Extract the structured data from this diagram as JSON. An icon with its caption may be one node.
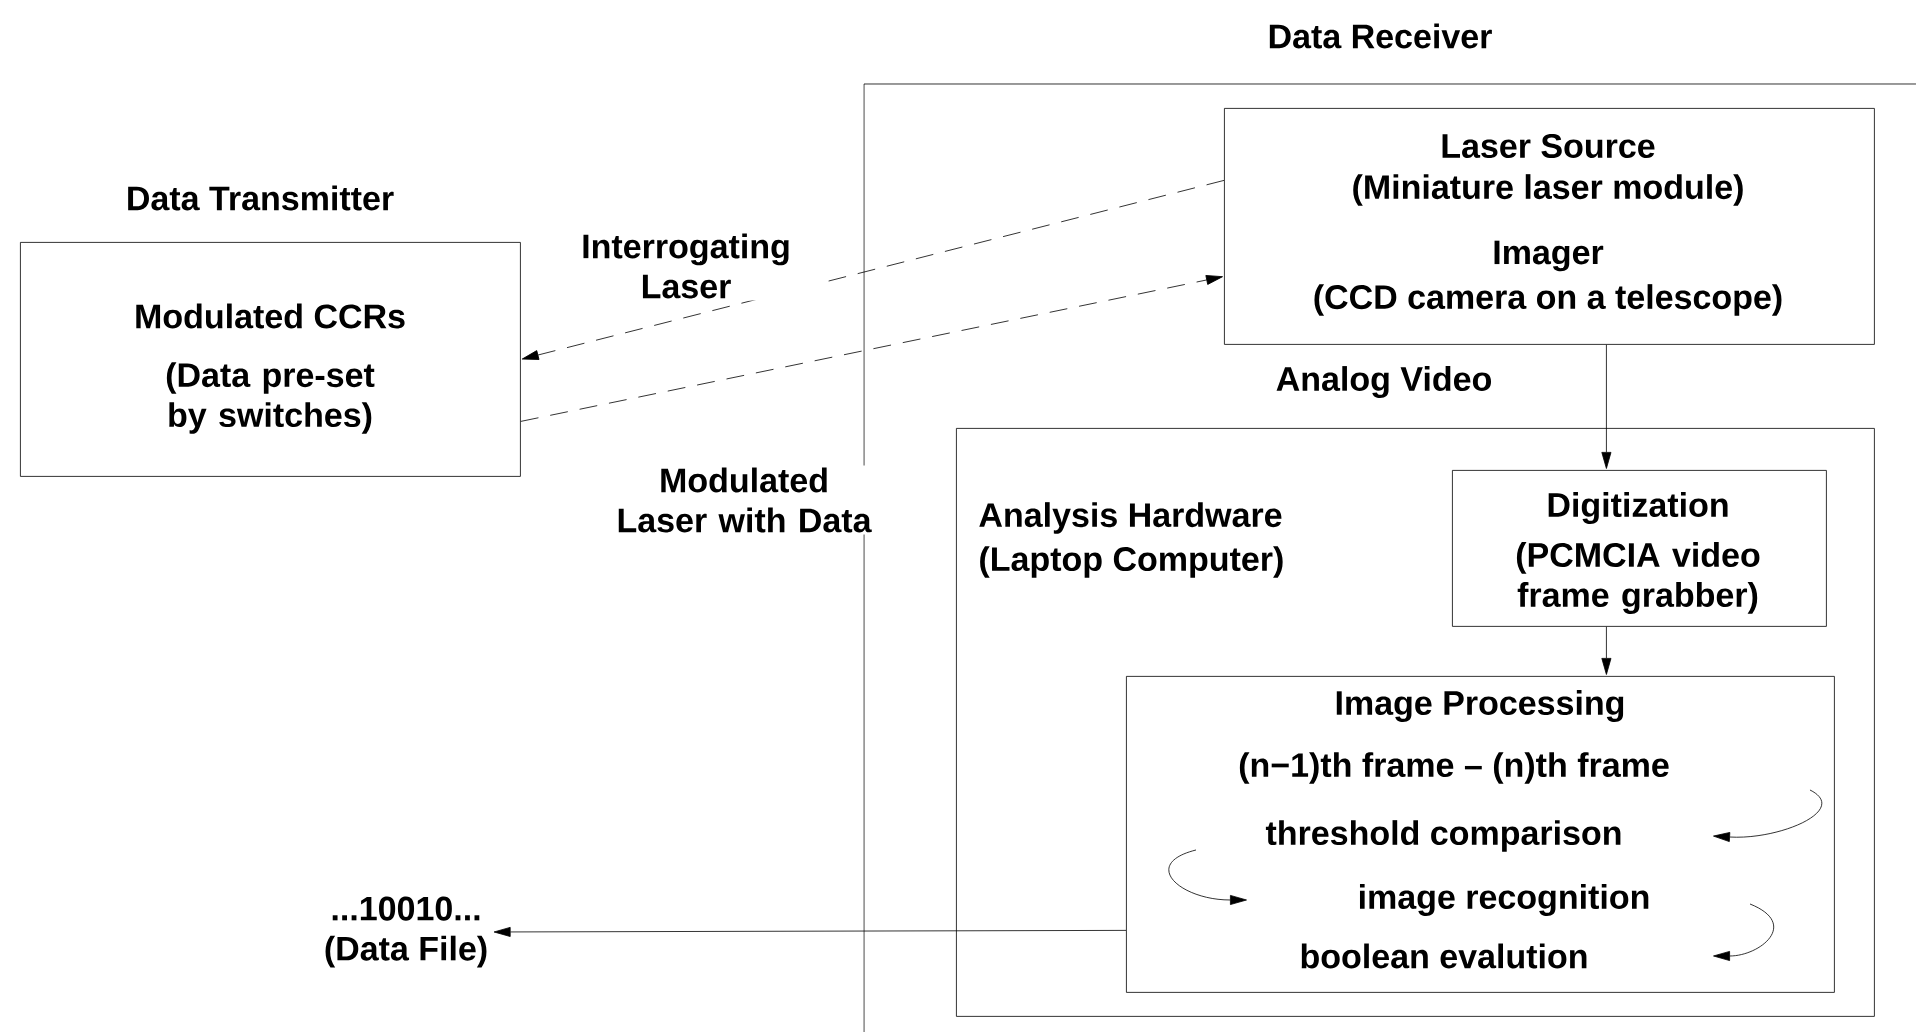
{
  "diagram": {
    "nodes": [
      {
        "text": [
          "Data Receiver"
        ]
      },
      {
        "text": [
          "Data Transmitter",
          "Modulated CCRs",
          "(Data pre-set by switches)"
        ]
      },
      {
        "text": [
          "Laser Source",
          "(Miniature laser module)",
          "Imager",
          "(CCD camera on a telescope)"
        ],
        "in": 0
      },
      {
        "text": [
          "Analysis Hardware",
          "(Laptop Computer)"
        ],
        "in": 0
      },
      {
        "text": [
          "Digitization",
          "(PCMCIA video frame grabber)"
        ],
        "in": 3
      },
      {
        "text": [
          "Image Processing",
          "(n−1)th frame – (n)th frame",
          "threshold comparison",
          "image recognition",
          "boolean evalution"
        ],
        "in": 3
      },
      {
        "text": [
          "...10010...",
          "(Data File)"
        ]
      }
    ],
    "edges": [
      {
        "from": 2,
        "to": 1,
        "arrow": "to",
        "style": "dashed",
        "label": "Interrogating Laser"
      },
      {
        "from": 1,
        "to": 2,
        "arrow": "to",
        "style": "dashed",
        "label": "Modulated Laser with Data"
      },
      {
        "from": 2,
        "to": 4,
        "arrow": "to",
        "label": "Analog Video"
      },
      {
        "from": 4,
        "to": 5,
        "arrow": "to"
      },
      {
        "from": 5,
        "to": 6,
        "arrow": "to"
      }
    ]
  }
}
